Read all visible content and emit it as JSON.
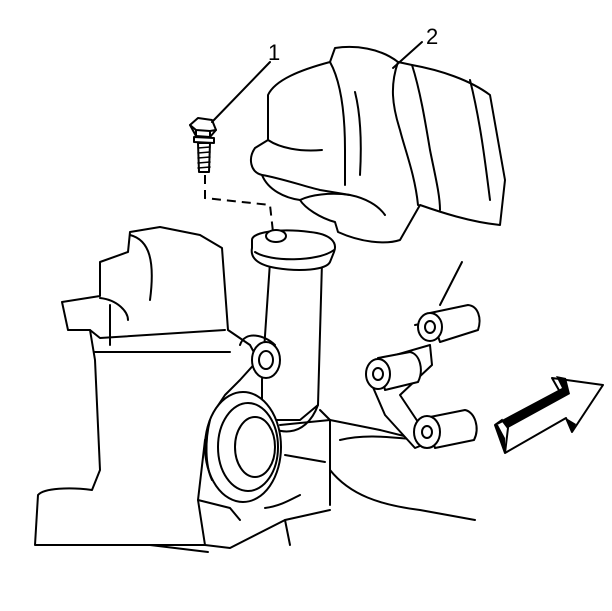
{
  "callouts": [
    {
      "id": "1",
      "label": "1"
    },
    {
      "id": "2",
      "label": "2"
    }
  ],
  "icons": {
    "direction_arrow": "forward-direction-arrow-icon",
    "bolt": "bolt-icon"
  },
  "colors": {
    "line": "#000000",
    "background": "#ffffff",
    "arrow_shade": "#000000"
  }
}
